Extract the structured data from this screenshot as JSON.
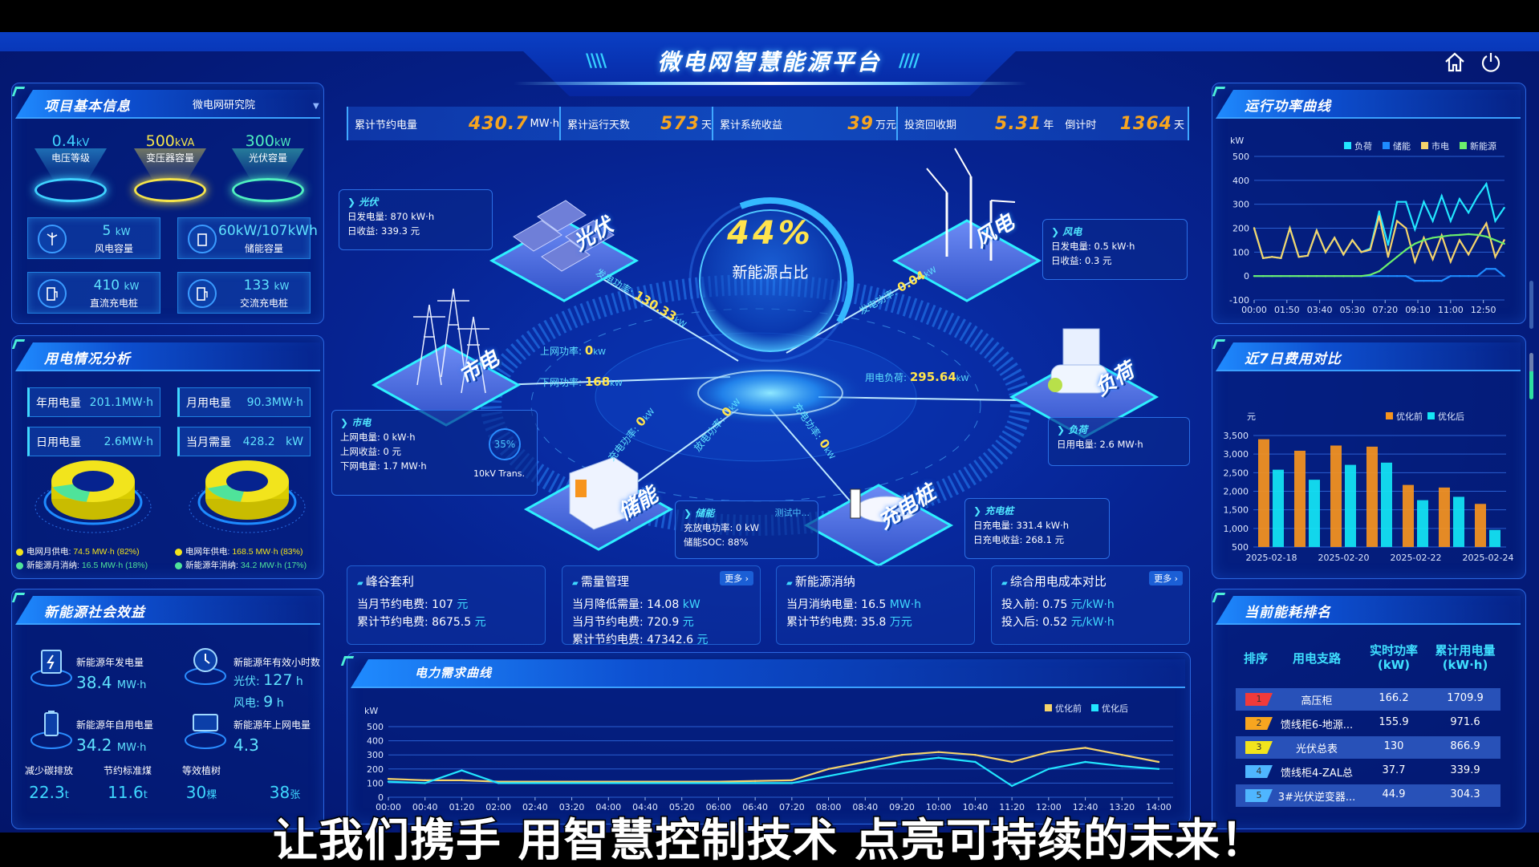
{
  "header": {
    "title": "微电网智慧能源平台",
    "deco_left": "\\\\\\\\",
    "deco_right": "////",
    "home_icon": "home-icon",
    "power_icon": "power-icon"
  },
  "stats": [
    {
      "label": "累计节约电量",
      "value": "430.7",
      "unit": "MW·h"
    },
    {
      "label": "累计运行天数",
      "value": "573",
      "unit": "天"
    },
    {
      "label": "累计系统收益",
      "value": "39",
      "unit": "万元"
    },
    {
      "label": "投资回收期",
      "value": "5.31",
      "unit": "年"
    },
    {
      "label": "倒计时",
      "value": "1364",
      "unit": "天"
    }
  ],
  "project": {
    "title": "项目基本信息",
    "selector": "微电网研究院",
    "gauges": [
      {
        "value": "0.4",
        "unit": "kV",
        "label": "电压等级",
        "color": "#3fd2ff"
      },
      {
        "value": "500",
        "unit": "kVA",
        "label": "变压器容量",
        "color": "#f5e44a"
      },
      {
        "value": "300",
        "unit": "kW",
        "label": "光伏容量",
        "color": "#4ff0c0"
      }
    ],
    "tiles": [
      {
        "value": "5",
        "unit": "kW",
        "label": "风电容量",
        "icon": "wind-turbine-icon"
      },
      {
        "value": "60kW/107kWh",
        "unit": "",
        "label": "储能容量",
        "icon": "battery-icon"
      },
      {
        "value": "410",
        "unit": "kW",
        "label": "直流充电桩",
        "icon": "charger-icon"
      },
      {
        "value": "133",
        "unit": "kW",
        "label": "交流充电桩",
        "icon": "charger-icon"
      }
    ]
  },
  "usage": {
    "title": "用电情况分析",
    "metrics": [
      {
        "label": "年用电量",
        "value": "201.1MW·h"
      },
      {
        "label": "月用电量",
        "value": "90.3MW·h"
      },
      {
        "label": "日用电量",
        "value": "2.6MW·h"
      },
      {
        "label": "当月需量",
        "value": "428.2   kW"
      }
    ],
    "donuts": [
      {
        "legend": [
          {
            "label": "电网月供电:",
            "value": "74.5 MW·h (82%)",
            "pct": 82,
            "color": "#f2e41c"
          },
          {
            "label": "新能源月消纳:",
            "value": "16.5 MW·h (18%)",
            "pct": 18,
            "color": "#4fe39a"
          }
        ]
      },
      {
        "legend": [
          {
            "label": "电网年供电:",
            "value": "168.5 MW·h (83%)",
            "pct": 83,
            "color": "#f2e41c"
          },
          {
            "label": "新能源年消纳:",
            "value": "34.2 MW·h (17%)",
            "pct": 17,
            "color": "#4fe39a"
          }
        ]
      }
    ]
  },
  "social": {
    "title": "新能源社会效益",
    "gen": {
      "label": "新能源年发电量",
      "value": "38.4",
      "unit": "MW·h"
    },
    "hours": {
      "label": "新能源年有效小时数",
      "pv_label": "光伏:",
      "pv_value": "127",
      "wind_label": "风电:",
      "wind_value": "9",
      "unit": "h"
    },
    "self": {
      "label": "新能源年自用电量",
      "value": "34.2",
      "unit": "MW·h"
    },
    "grid": {
      "label": "新能源年上网电量",
      "value": "4.3"
    },
    "bottom": [
      {
        "label": "减少碳排放",
        "value": "22.3",
        "unit": "t"
      },
      {
        "label": "节约标准煤",
        "value": "11.6",
        "unit": "t"
      },
      {
        "label": "等效植树",
        "value": "30",
        "unit": "棵"
      },
      {
        "label": "",
        "value": "38",
        "unit": "张"
      }
    ]
  },
  "diagram": {
    "ratio": "44%",
    "ratio_label": "新能源占比",
    "ratio_value": 44,
    "nodes": {
      "pv": "光伏",
      "wind": "风电",
      "grid": "市电",
      "load": "负荷",
      "storage": "储能",
      "charger": "充电桩"
    },
    "pv_box": {
      "title": "光伏",
      "l1": "日发电量: 870 kW·h",
      "l2": "日收益: 339.3 元"
    },
    "grid_box": {
      "title": "市电",
      "l1": "上网电量: 0 kW·h",
      "l2": "上网收益: 0 元",
      "l3": "下网电量: 1.7 MW·h",
      "trans_pct": "35%",
      "trans_label": "10kV Trans."
    },
    "wind_box": {
      "title": "风电",
      "l1": "日发电量: 0.5 kW·h",
      "l2": "日收益: 0.3 元"
    },
    "load_box": {
      "title": "负荷",
      "l1": "日用电量: 2.6 MW·h"
    },
    "storage_box": {
      "title": "储能",
      "status": "测试中...",
      "l1": "充放电功率: 0 kW",
      "l2": "储能SOC: 88%"
    },
    "charger_box": {
      "title": "充电桩",
      "l1": "日充电量: 331.4 kW·h",
      "l2": "日充电收益: 268.1 元"
    },
    "flows": {
      "pv": {
        "label": "发电功率:",
        "value": "130.33",
        "unit": "kW"
      },
      "grid_up": {
        "label": "上网功率:",
        "value": "0",
        "unit": "kW"
      },
      "grid_down": {
        "label": "下网功率:",
        "value": "168",
        "unit": "kW"
      },
      "wind": {
        "label": "发电功率:",
        "value": "0.04",
        "unit": "kW"
      },
      "load": {
        "label": "用电负荷:",
        "value": "295.64",
        "unit": "kW"
      },
      "st_charge": {
        "label": "充电功率:",
        "value": "0",
        "unit": "kW"
      },
      "st_discharge": {
        "label": "放电功率:",
        "value": "0",
        "unit": "kW"
      },
      "ev": {
        "label": "充电功率:",
        "value": "0",
        "unit": "kW"
      }
    }
  },
  "cards": [
    {
      "title": "峰谷套利",
      "rows": [
        {
          "label": "当月节约电费:",
          "value": "107",
          "unit": "元"
        },
        {
          "label": "累计节约电费:",
          "value": "8675.5",
          "unit": "元"
        }
      ]
    },
    {
      "title": "需量管理",
      "more": "更多 ›",
      "rows": [
        {
          "label": "当月降低需量:",
          "value": "14.08",
          "unit": "kW"
        },
        {
          "label": "当月节约电费:",
          "value": "720.9",
          "unit": "元"
        },
        {
          "label": "累计节约电费:",
          "value": "47342.6",
          "unit": "元"
        }
      ]
    },
    {
      "title": "新能源消纳",
      "rows": [
        {
          "label": "当月消纳电量:",
          "value": "16.5",
          "unit": "MW·h"
        },
        {
          "label": "累计节约电费:",
          "value": "35.8",
          "unit": "万元"
        }
      ]
    },
    {
      "title": "综合用电成本对比",
      "more": "更多 ›",
      "rows": [
        {
          "label": "投入前:",
          "value": "0.75",
          "unit": "元/kW·h"
        },
        {
          "label": "投入后:",
          "value": "0.52",
          "unit": "元/kW·h"
        }
      ]
    }
  ],
  "ranking": {
    "title": "当前能耗排名",
    "headers": [
      "排序",
      "用电支路",
      "实时功率\n(kW)",
      "累计用电量\n(kW·h)"
    ],
    "rows": [
      {
        "rank": "1",
        "name": "高压柜",
        "power": "166.2",
        "energy": "1709.9",
        "color": "#f03a3a"
      },
      {
        "rank": "2",
        "name": "馈线柜6-地源...",
        "power": "155.9",
        "energy": "971.6",
        "color": "#f7a51f"
      },
      {
        "rank": "3",
        "name": "光伏总表",
        "power": "130",
        "energy": "866.9",
        "color": "#f2e41c"
      },
      {
        "rank": "4",
        "name": "馈线柜4-ZAL总",
        "power": "37.7",
        "energy": "339.9",
        "color": "#4fb6ff"
      },
      {
        "rank": "5",
        "name": "3#光伏逆变器...",
        "power": "44.9",
        "energy": "304.3",
        "color": "#4fb6ff"
      }
    ]
  },
  "subtitle": "让我们携手 用智慧控制技术 点亮可持续的未来！",
  "chart_data": [
    {
      "type": "line",
      "title": "运行功率曲线",
      "ylabel": "kW",
      "ylim": [
        -100,
        500
      ],
      "yticks": [
        -100,
        0,
        100,
        200,
        300,
        400,
        500
      ],
      "xticks": [
        "00:00",
        "01:50",
        "03:40",
        "05:30",
        "07:20",
        "09:10",
        "11:00",
        "12:50"
      ],
      "grid": true,
      "legend": "top-right",
      "x": [
        "00:00",
        "00:30",
        "01:00",
        "01:30",
        "02:00",
        "02:30",
        "03:00",
        "03:30",
        "04:00",
        "04:30",
        "05:00",
        "05:30",
        "06:00",
        "06:30",
        "07:00",
        "07:30",
        "08:00",
        "08:30",
        "09:00",
        "09:30",
        "10:00",
        "10:30",
        "11:00",
        "11:30",
        "12:00",
        "12:30",
        "13:00",
        "13:30",
        "14:00"
      ],
      "series": [
        {
          "name": "负荷",
          "color": "#22e6ff",
          "values": [
            200,
            75,
            80,
            75,
            200,
            80,
            85,
            190,
            100,
            160,
            90,
            150,
            100,
            115,
            270,
            130,
            310,
            310,
            195,
            310,
            230,
            335,
            230,
            322,
            265,
            332,
            385,
            230,
            285
          ]
        },
        {
          "name": "储能",
          "color": "#1e8bff",
          "values": [
            0,
            0,
            0,
            0,
            0,
            0,
            0,
            0,
            0,
            0,
            0,
            0,
            0,
            0,
            0,
            0,
            0,
            0,
            -20,
            -20,
            -20,
            -20,
            0,
            0,
            0,
            0,
            30,
            30,
            0
          ]
        },
        {
          "name": "市电",
          "color": "#f5d36b",
          "values": [
            200,
            75,
            80,
            75,
            200,
            80,
            85,
            190,
            100,
            160,
            90,
            150,
            100,
            110,
            250,
            80,
            230,
            200,
            60,
            160,
            70,
            170,
            60,
            150,
            90,
            160,
            220,
            80,
            150
          ]
        },
        {
          "name": "新能源",
          "color": "#6cf06c",
          "values": [
            0,
            0,
            0,
            0,
            0,
            0,
            0,
            0,
            0,
            0,
            0,
            0,
            0,
            5,
            20,
            50,
            80,
            110,
            135,
            150,
            160,
            165,
            170,
            172,
            175,
            172,
            165,
            150,
            135
          ]
        }
      ]
    },
    {
      "type": "bar",
      "title": "近7日费用对比",
      "ylabel": "元",
      "ylim": [
        500,
        3500
      ],
      "yticks": [
        500,
        1000,
        1500,
        2000,
        2500,
        3000,
        3500
      ],
      "grid": true,
      "legend": "top-right",
      "categories": [
        "2025-02-18",
        "2025-02-19",
        "2025-02-20",
        "2025-02-21",
        "2025-02-22",
        "2025-02-23",
        "2025-02-24"
      ],
      "xticks": [
        "2025-02-18",
        "2025-02-20",
        "2025-02-22",
        "2025-02-24"
      ],
      "series": [
        {
          "name": "优化前",
          "color": "#f7941d",
          "values": [
            3400,
            3090,
            3230,
            3200,
            2170,
            2100,
            1660
          ]
        },
        {
          "name": "优化后",
          "color": "#14e6f5",
          "values": [
            2580,
            2310,
            2710,
            2770,
            1760,
            1850,
            960
          ]
        }
      ]
    },
    {
      "type": "line",
      "title": "电力需求曲线",
      "ylabel": "kW",
      "ylim": [
        0,
        500
      ],
      "yticks": [
        0,
        100,
        200,
        300,
        400,
        500
      ],
      "grid": true,
      "legend": "top-right",
      "x": [
        "00:00",
        "00:40",
        "01:20",
        "02:00",
        "02:40",
        "03:20",
        "04:00",
        "04:40",
        "05:20",
        "06:00",
        "06:40",
        "07:20",
        "08:00",
        "08:40",
        "09:20",
        "10:00",
        "10:40",
        "11:20",
        "12:00",
        "12:40",
        "13:20",
        "14:00"
      ],
      "series": [
        {
          "name": "优化前",
          "color": "#f5d36b",
          "values": [
            130,
            120,
            120,
            110,
            110,
            110,
            110,
            110,
            110,
            110,
            115,
            120,
            200,
            250,
            300,
            320,
            300,
            250,
            320,
            350,
            300,
            250
          ]
        },
        {
          "name": "优化后",
          "color": "#22e6ff",
          "values": [
            110,
            100,
            190,
            100,
            100,
            100,
            100,
            100,
            100,
            100,
            100,
            100,
            150,
            200,
            250,
            280,
            250,
            80,
            200,
            250,
            220,
            200
          ]
        }
      ]
    }
  ]
}
